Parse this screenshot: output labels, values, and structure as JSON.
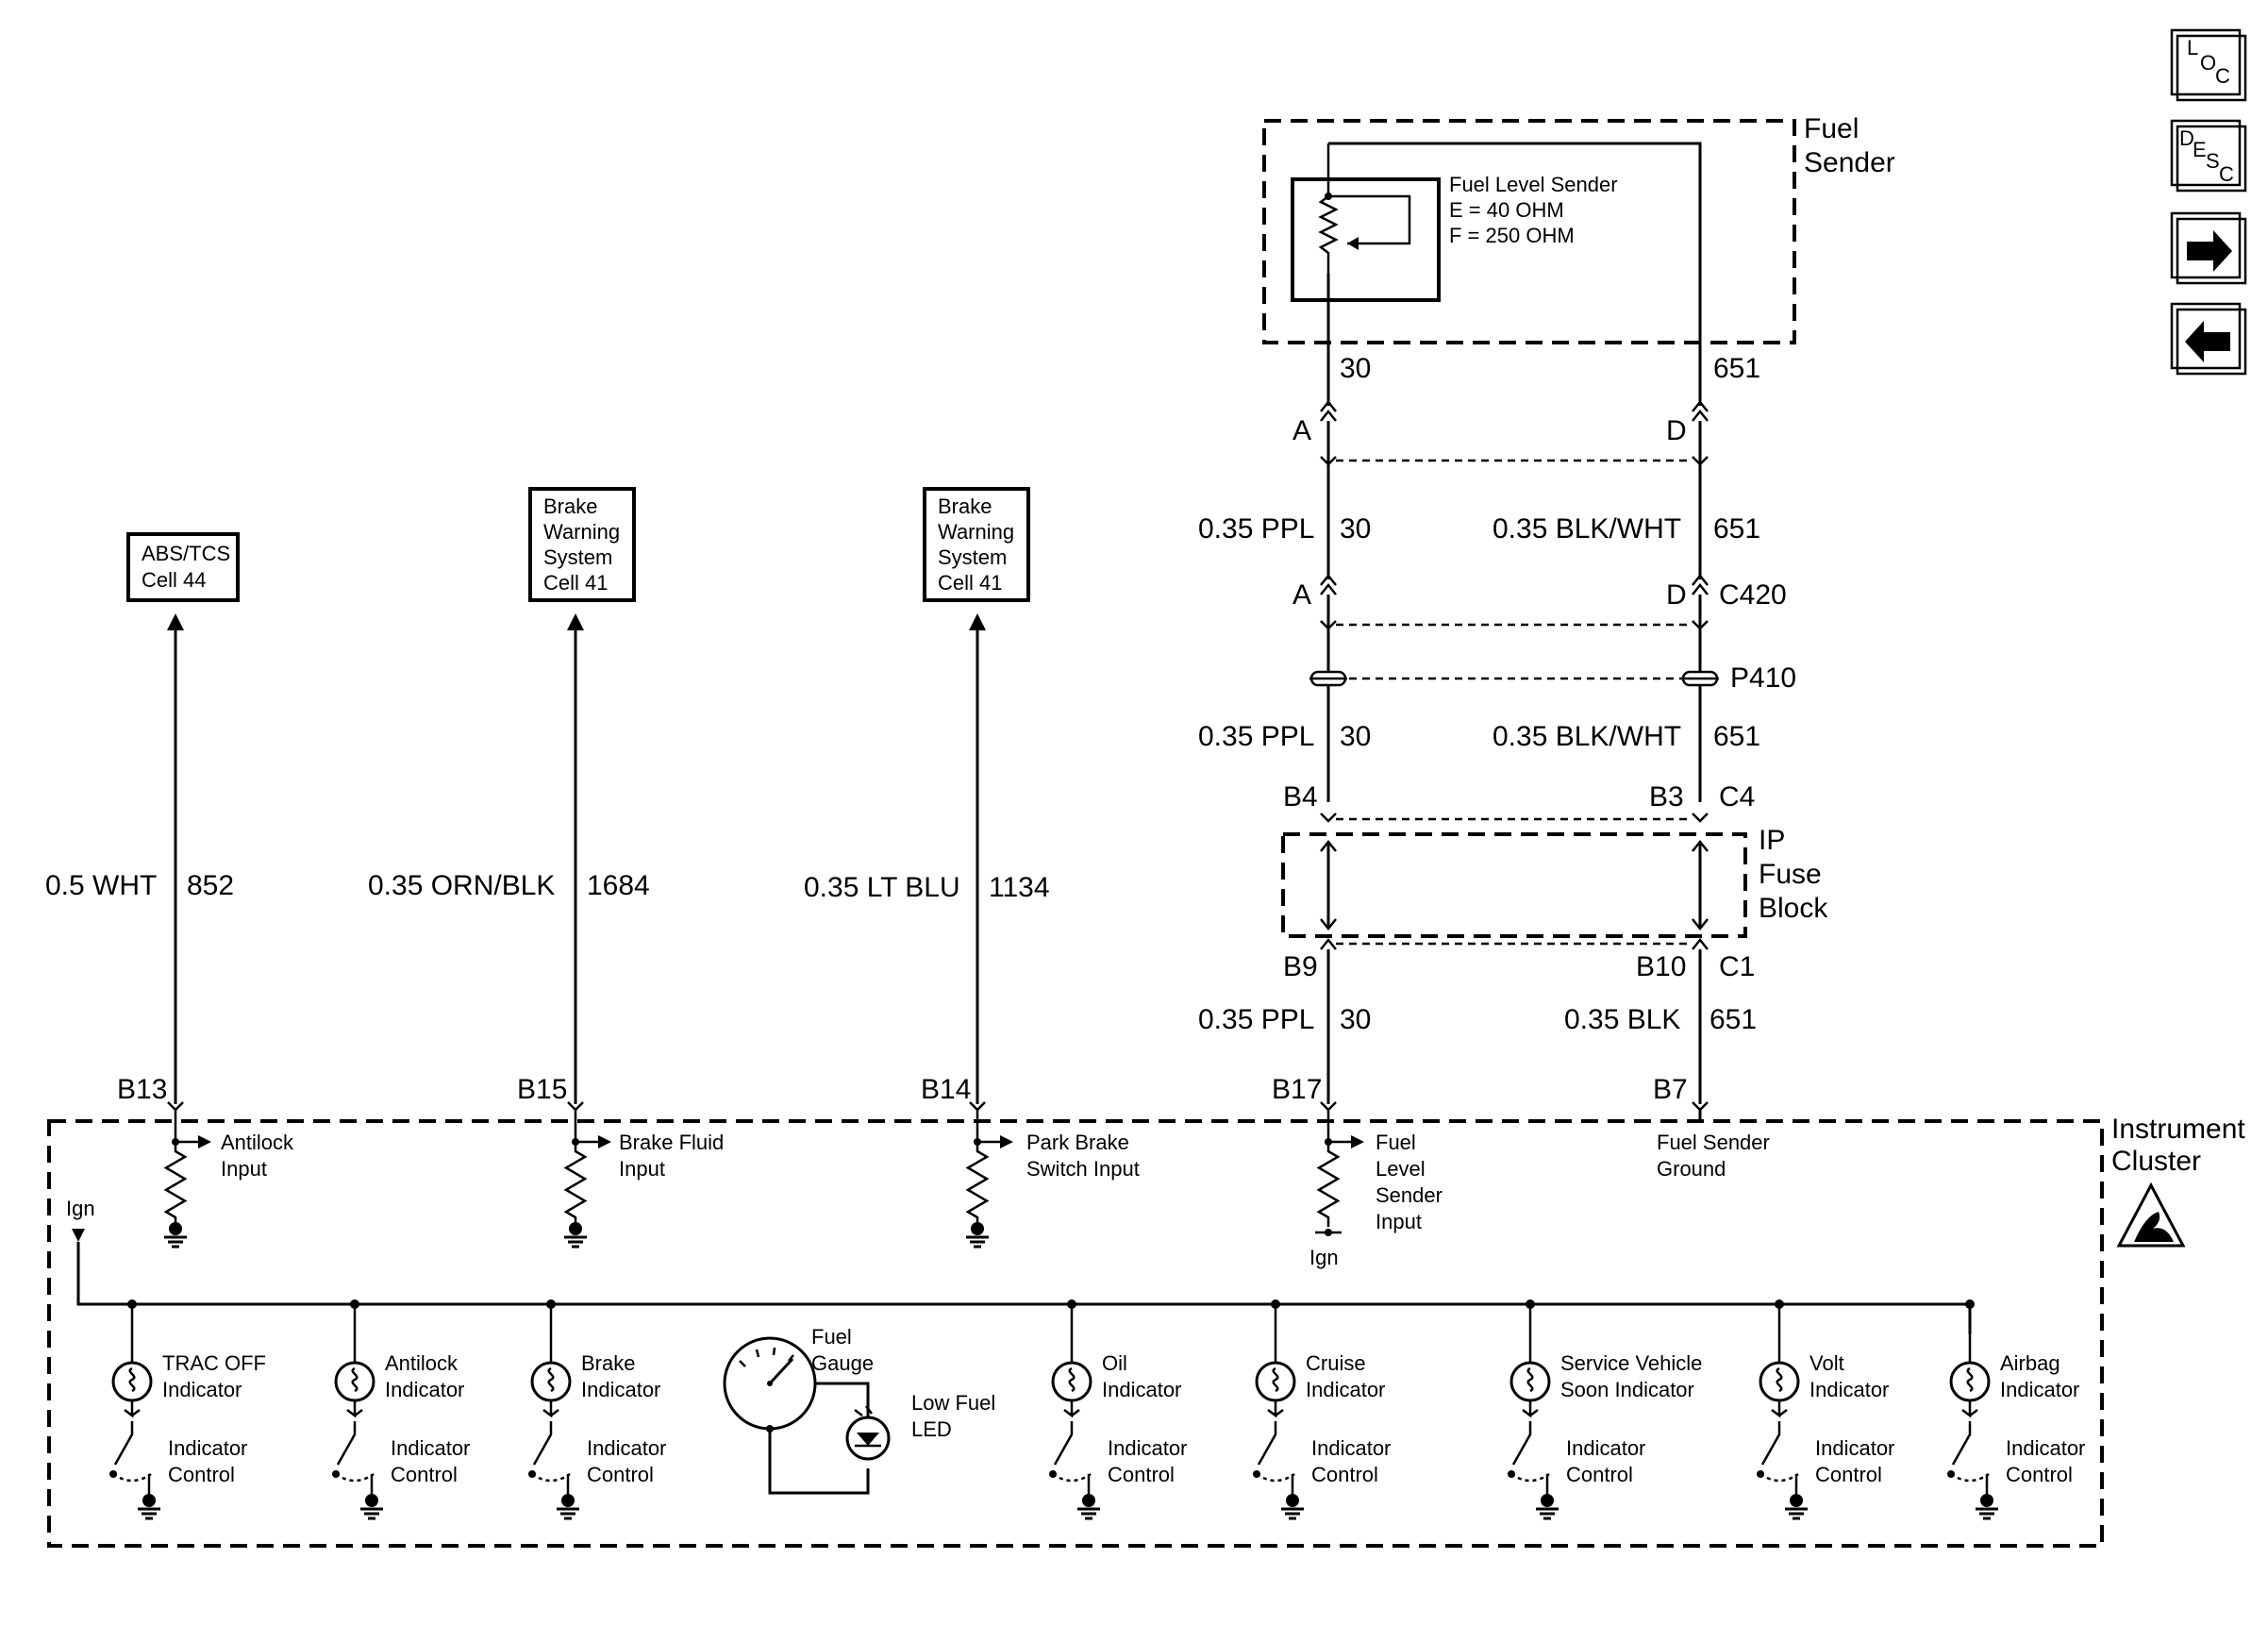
{
  "nav": {
    "loc": {
      "a": "L",
      "b": "O",
      "c": "C"
    },
    "desc": {
      "a": "D",
      "b": "E",
      "c": "S",
      "d": "C"
    }
  },
  "fuel_sender": {
    "title1": "Fuel",
    "title2": "Sender",
    "sender_line1": "Fuel Level Sender",
    "sender_line2": "E = 40 OHM",
    "sender_line3": "F = 250 OHM"
  },
  "circuits": {
    "c30": "30",
    "c651": "651",
    "wire_ppl": "0.35 PPL",
    "wire_blkwht": "0.35 BLK/WHT",
    "wire_blk": "0.35 BLK"
  },
  "connectors": {
    "a": "A",
    "d": "D",
    "c420": "C420",
    "p410": "P410",
    "b4": "B4",
    "b3": "B3",
    "c4": "C4",
    "b9": "B9",
    "b10": "B10",
    "c1": "C1",
    "b13": "B13",
    "b15": "B15",
    "b14": "B14",
    "b17": "B17",
    "b7": "B7"
  },
  "ip_fuse_block": {
    "l1": "IP",
    "l2": "Fuse",
    "l3": "Block"
  },
  "refs": {
    "abs": [
      "ABS/TCS",
      "Cell 44"
    ],
    "brake1": [
      "Brake",
      "Warning",
      "System",
      "Cell 41"
    ],
    "brake2": [
      "Brake",
      "Warning",
      "System",
      "Cell 41"
    ]
  },
  "feeds": {
    "f852": {
      "wire": "0.5 WHT",
      "circuit": "852"
    },
    "f1684": {
      "wire": "0.35 ORN/BLK",
      "circuit": "1684"
    },
    "f1134": {
      "wire": "0.35 LT BLU",
      "circuit": "1134"
    }
  },
  "cluster": {
    "title1": "Instrument",
    "title2": "Cluster",
    "ign": "Ign",
    "ign2": "Ign",
    "inputs": {
      "antilock": [
        "Antilock",
        "Input"
      ],
      "brakefluid": [
        "Brake Fluid",
        "Input"
      ],
      "parkbrake": [
        "Park Brake",
        "Switch Input"
      ],
      "fuellevel": [
        "Fuel",
        "Level",
        "Sender",
        "Input"
      ],
      "fuelground": [
        "Fuel Sender",
        "Ground"
      ]
    },
    "indicators": [
      {
        "l1": "TRAC OFF",
        "l2": "Indicator"
      },
      {
        "l1": "Antilock",
        "l2": "Indicator"
      },
      {
        "l1": "Brake",
        "l2": "Indicator"
      },
      {
        "l1": "Oil",
        "l2": "Indicator"
      },
      {
        "l1": "Cruise",
        "l2": "Indicator"
      },
      {
        "l1": "Service Vehicle",
        "l2": "Soon Indicator"
      },
      {
        "l1": "Volt",
        "l2": "Indicator"
      },
      {
        "l1": "Airbag",
        "l2": "Indicator"
      }
    ],
    "control": {
      "l1": "Indicator",
      "l2": "Control"
    },
    "gauge": {
      "l1": "Fuel",
      "l2": "Gauge",
      "led1": "Low Fuel",
      "led2": "LED"
    }
  }
}
